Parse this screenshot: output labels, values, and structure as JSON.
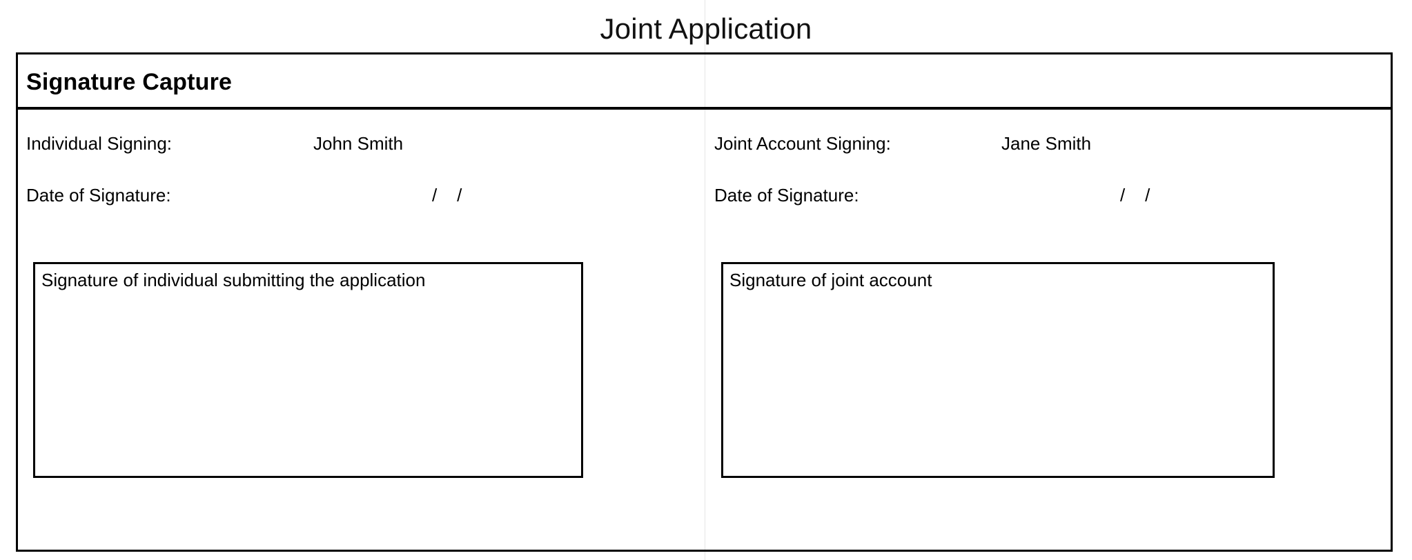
{
  "document": {
    "title": "Joint Application"
  },
  "section": {
    "heading": "Signature Capture",
    "columns": [
      {
        "signer_label": "Individual Signing:",
        "signer_value": "John Smith",
        "date_label": "Date of Signature:",
        "date_value": "/    /",
        "signature_box_caption": "Signature of individual submitting the application"
      },
      {
        "signer_label": "Joint Account Signing:",
        "signer_value": "Jane Smith",
        "date_label": "Date of Signature:",
        "date_value": "/    /",
        "signature_box_caption": "Signature of joint account"
      }
    ]
  },
  "colors": {
    "ink": "#000000",
    "paper": "#ffffff"
  }
}
